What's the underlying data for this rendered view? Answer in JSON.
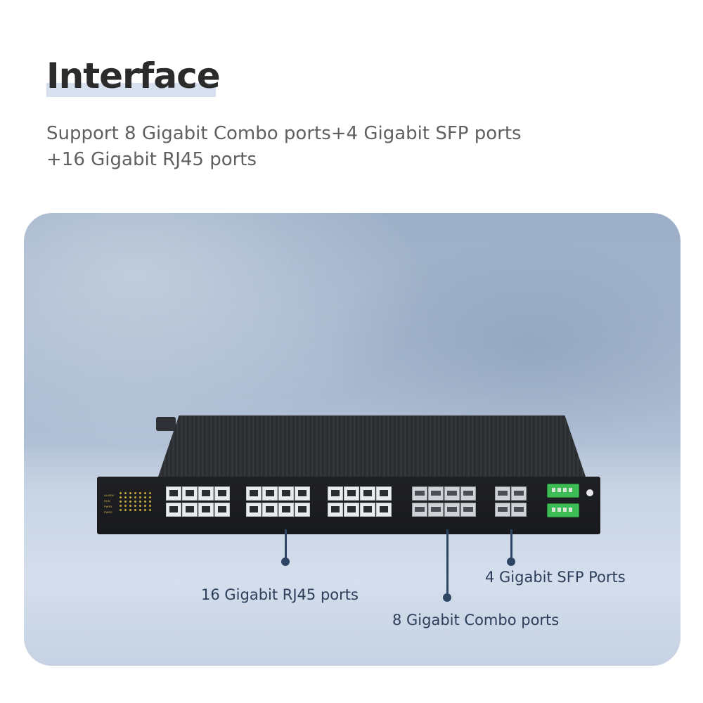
{
  "header": {
    "title": "Interface",
    "subtitle_line1": "Support 8 Gigabit Combo ports+4 Gigabit SFP ports",
    "subtitle_line2": "+16 Gigabit RJ45 ports"
  },
  "callouts": {
    "rj45": "16 Gigabit RJ45 ports",
    "combo": "8 Gigabit Combo ports",
    "sfp": "4 Gigabit SFP Ports"
  },
  "device_panel": {
    "led_labels": [
      "ALARM",
      "RUN",
      "PWR1",
      "PWR2"
    ],
    "alarm_label": "ALARM"
  },
  "colors": {
    "title": "#2b2b2b",
    "title_underline": "#d6e0ee",
    "subtitle": "#606060",
    "callout": "#2f4564",
    "terminal_green": "#3dbb54"
  }
}
